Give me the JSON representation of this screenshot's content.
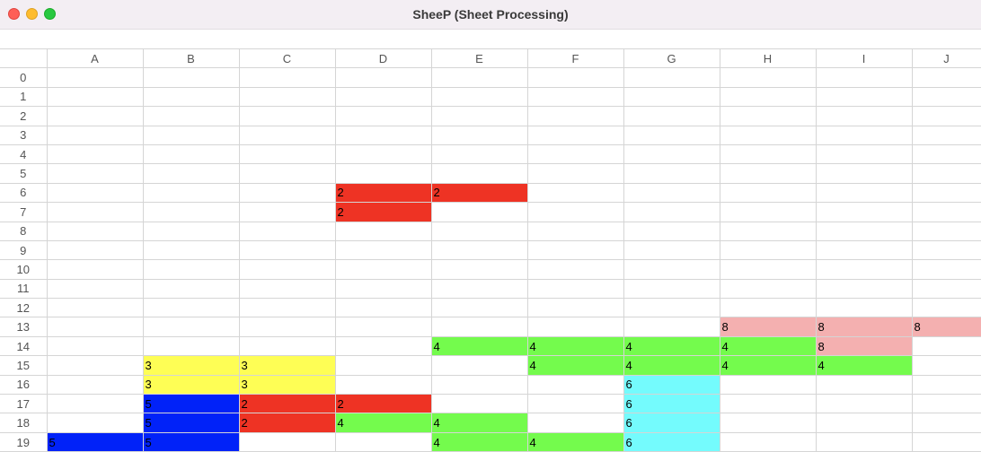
{
  "window": {
    "title": "SheeP (Sheet Processing)"
  },
  "colors": {
    "red": "#ee3324",
    "yellow": "#fefe55",
    "blue": "#0122f8",
    "green": "#74fb4d",
    "cyan": "#74fbfd",
    "pink": "#f4b0b0"
  },
  "sheet": {
    "columns": [
      "A",
      "B",
      "C",
      "D",
      "E",
      "F",
      "G",
      "H",
      "I",
      "J"
    ],
    "rows": [
      "0",
      "1",
      "2",
      "3",
      "4",
      "5",
      "6",
      "7",
      "8",
      "9",
      "10",
      "11",
      "12",
      "13",
      "14",
      "15",
      "16",
      "17",
      "18",
      "19"
    ],
    "cells": [
      {
        "row": 6,
        "col": 3,
        "value": "2",
        "color": "red"
      },
      {
        "row": 6,
        "col": 4,
        "value": "2",
        "color": "red"
      },
      {
        "row": 7,
        "col": 3,
        "value": "2",
        "color": "red"
      },
      {
        "row": 13,
        "col": 7,
        "value": "8",
        "color": "pink"
      },
      {
        "row": 13,
        "col": 8,
        "value": "8",
        "color": "pink"
      },
      {
        "row": 13,
        "col": 9,
        "value": "8",
        "color": "pink"
      },
      {
        "row": 14,
        "col": 4,
        "value": "4",
        "color": "green"
      },
      {
        "row": 14,
        "col": 5,
        "value": "4",
        "color": "green"
      },
      {
        "row": 14,
        "col": 6,
        "value": "4",
        "color": "green"
      },
      {
        "row": 14,
        "col": 7,
        "value": "4",
        "color": "green"
      },
      {
        "row": 14,
        "col": 8,
        "value": "8",
        "color": "pink"
      },
      {
        "row": 15,
        "col": 1,
        "value": "3",
        "color": "yellow"
      },
      {
        "row": 15,
        "col": 2,
        "value": "3",
        "color": "yellow"
      },
      {
        "row": 15,
        "col": 5,
        "value": "4",
        "color": "green"
      },
      {
        "row": 15,
        "col": 6,
        "value": "4",
        "color": "green"
      },
      {
        "row": 15,
        "col": 7,
        "value": "4",
        "color": "green"
      },
      {
        "row": 15,
        "col": 8,
        "value": "4",
        "color": "green"
      },
      {
        "row": 16,
        "col": 1,
        "value": "3",
        "color": "yellow"
      },
      {
        "row": 16,
        "col": 2,
        "value": "3",
        "color": "yellow"
      },
      {
        "row": 16,
        "col": 6,
        "value": "6",
        "color": "cyan"
      },
      {
        "row": 17,
        "col": 1,
        "value": "5",
        "color": "blue"
      },
      {
        "row": 17,
        "col": 2,
        "value": "2",
        "color": "red"
      },
      {
        "row": 17,
        "col": 3,
        "value": "2",
        "color": "red"
      },
      {
        "row": 17,
        "col": 6,
        "value": "6",
        "color": "cyan"
      },
      {
        "row": 18,
        "col": 1,
        "value": "5",
        "color": "blue"
      },
      {
        "row": 18,
        "col": 2,
        "value": "2",
        "color": "red"
      },
      {
        "row": 18,
        "col": 3,
        "value": "4",
        "color": "green"
      },
      {
        "row": 18,
        "col": 4,
        "value": "4",
        "color": "green"
      },
      {
        "row": 18,
        "col": 6,
        "value": "6",
        "color": "cyan"
      },
      {
        "row": 19,
        "col": 0,
        "value": "5",
        "color": "blue"
      },
      {
        "row": 19,
        "col": 1,
        "value": "5",
        "color": "blue"
      },
      {
        "row": 19,
        "col": 4,
        "value": "4",
        "color": "green"
      },
      {
        "row": 19,
        "col": 5,
        "value": "4",
        "color": "green"
      },
      {
        "row": 19,
        "col": 6,
        "value": "6",
        "color": "cyan"
      }
    ]
  }
}
